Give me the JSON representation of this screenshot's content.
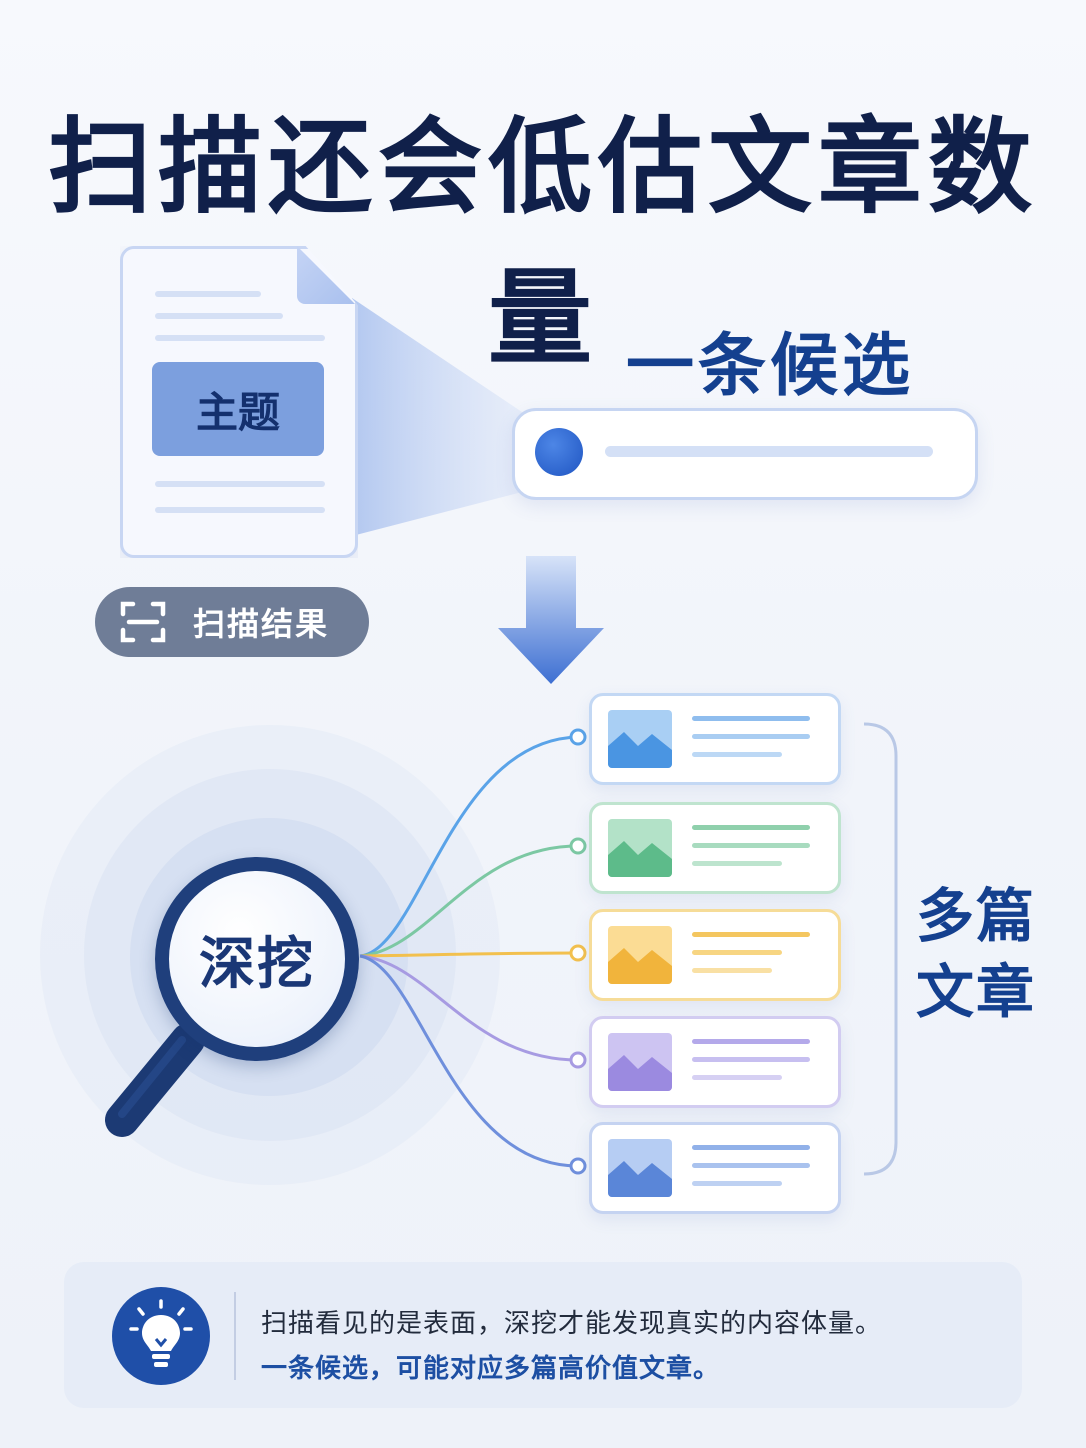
{
  "title": "扫描还会低估文章数量",
  "document": {
    "topic_label": "主题"
  },
  "scan_result": {
    "label": "扫描结果",
    "icon": "scan-frame-icon"
  },
  "candidate": {
    "label": "一条候选"
  },
  "deep_dig": {
    "label": "深挖",
    "icon": "magnifier-icon"
  },
  "articles": {
    "label_line1": "多篇",
    "label_line2": "文章",
    "colors": [
      "#5aa3e8",
      "#7cc8a3",
      "#f2c04e",
      "#a79be2",
      "#6f8fdc"
    ],
    "count": 5
  },
  "note": {
    "icon": "lightbulb-icon",
    "line1": "扫描看见的是表面，深挖才能发现真实的内容体量。",
    "line2": "一条候选，可能对应多篇高价值文章。"
  },
  "colors": {
    "title": "#10204a",
    "accent": "#14408f",
    "topic_box": "#7c9fde"
  }
}
